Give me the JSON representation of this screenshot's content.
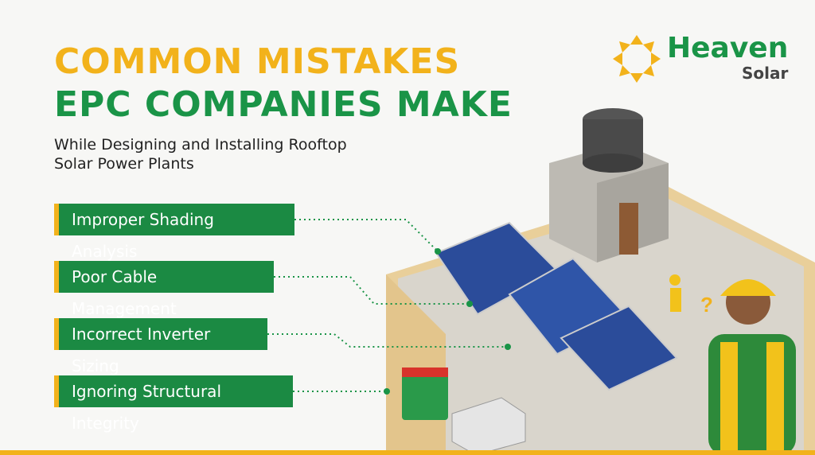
{
  "title": {
    "line1": "COMMON MISTAKES",
    "line2": "EPC COMPANIES MAKE"
  },
  "subtitle": {
    "line1": "While Designing and Installing Rooftop",
    "line2": "Solar Power Plants"
  },
  "brand": {
    "name": "Heaven",
    "sub": "Solar"
  },
  "mistakes": [
    {
      "label": "Improper Shading Analysis"
    },
    {
      "label": "Poor Cable Management"
    },
    {
      "label": "Incorrect Inverter Sizing"
    },
    {
      "label": "Ignoring Structural Integrity"
    }
  ],
  "colors": {
    "yellow": "#f2b21b",
    "green": "#1a9447"
  }
}
